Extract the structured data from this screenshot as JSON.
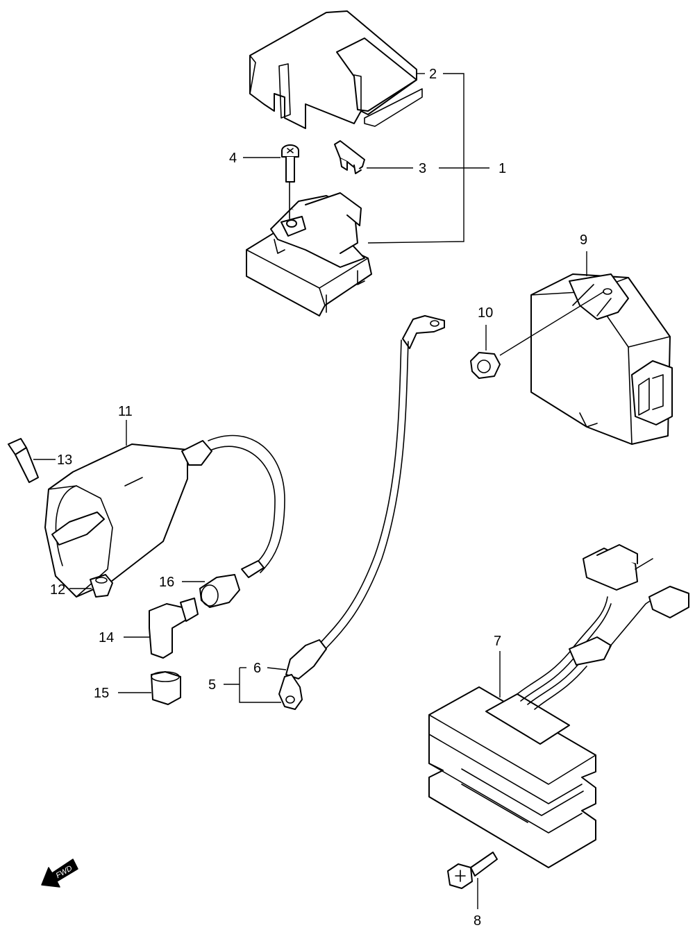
{
  "diagram": {
    "callouts": {
      "c1": "1",
      "c2": "2",
      "c3": "3",
      "c4": "4",
      "c5": "5",
      "c6": "6",
      "c7": "7",
      "c8": "8",
      "c9": "9",
      "c10": "10",
      "c11": "11",
      "c12": "12",
      "c13": "13",
      "c14": "14",
      "c15": "15",
      "c16": "16"
    },
    "fwd_label": "FWD"
  }
}
